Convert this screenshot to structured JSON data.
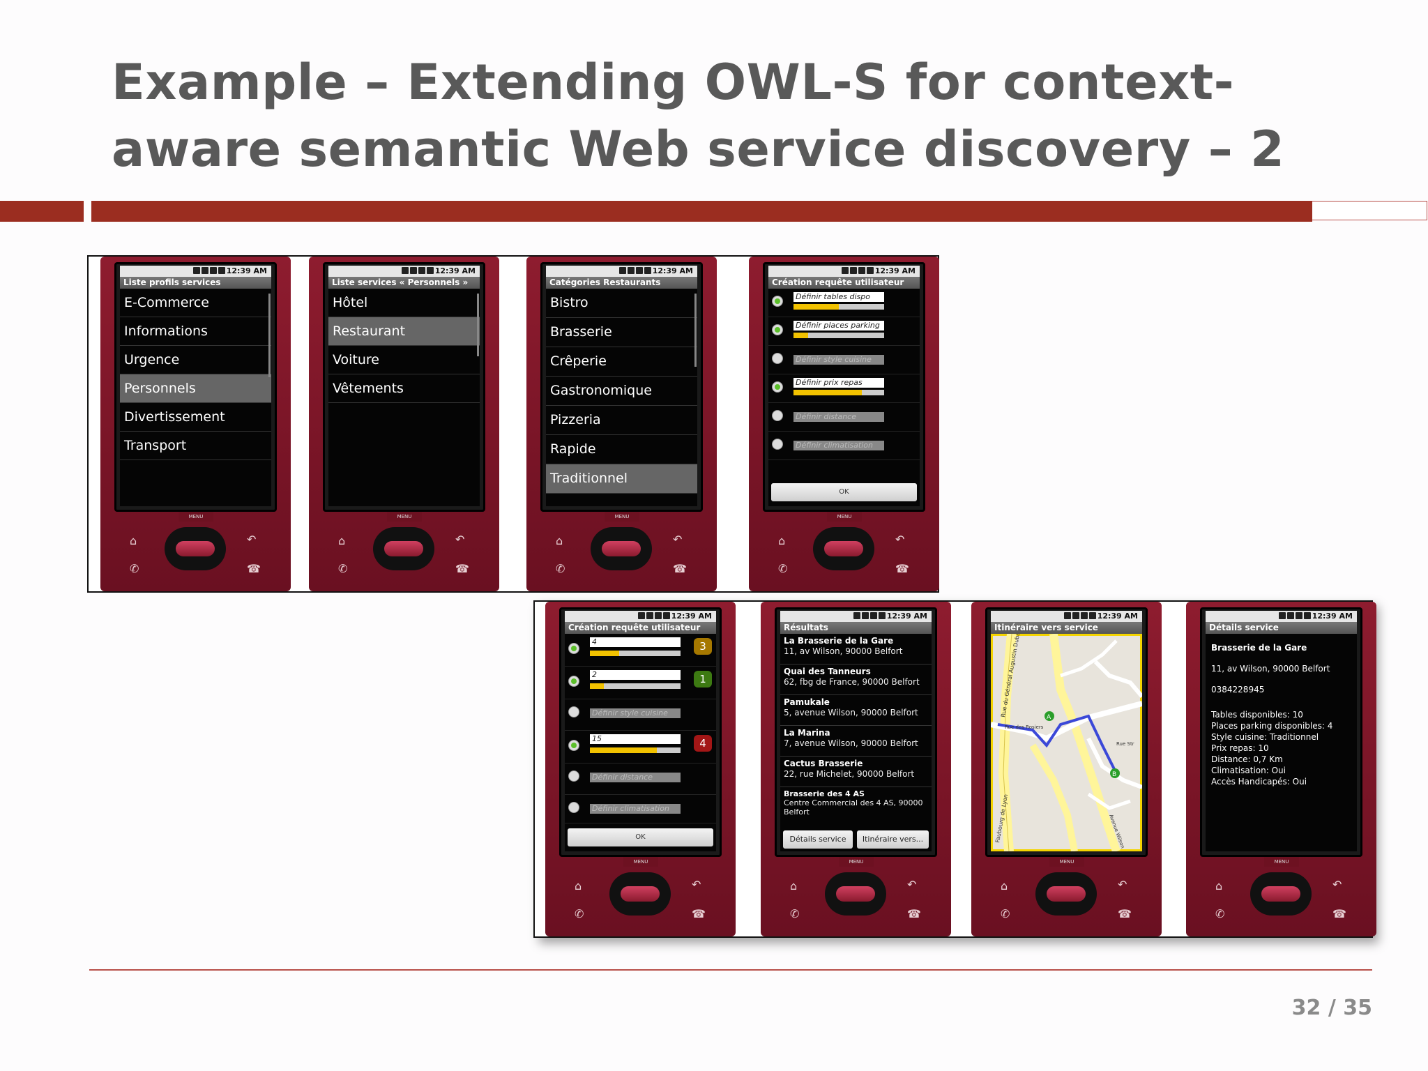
{
  "slide": {
    "title": "Example – Extending OWL-S for context-aware semantic Web service discovery – 2",
    "page": "32 / 35",
    "accent": "#9b2d20"
  },
  "phone": {
    "time": "12:39 AM",
    "menu": "MENU",
    "icons": [
      "home-icon",
      "back-icon",
      "call-icon",
      "end-call-icon"
    ]
  },
  "screen1": {
    "title": "Liste profils services",
    "items": [
      "E-Commerce",
      "Informations",
      "Urgence",
      "Personnels",
      "Divertissement",
      "Transport"
    ],
    "selected": "Personnels"
  },
  "screen2": {
    "title": "Liste services « Personnels »",
    "items": [
      "Hôtel",
      "Restaurant",
      "Voiture",
      "Vêtements"
    ],
    "selected": "Restaurant"
  },
  "screen3": {
    "title": "Catégories Restaurants",
    "items": [
      "Bistro",
      "Brasserie",
      "Crêperie",
      "Gastronomique",
      "Pizzeria",
      "Rapide",
      "Traditionnel"
    ],
    "selected": "Traditionnel"
  },
  "screen4": {
    "title": "Création requête utilisateur",
    "criteria": [
      {
        "label": "Définir tables dispo",
        "enabled": true
      },
      {
        "label": "Définir places parking",
        "enabled": true
      },
      {
        "label": "Définir style cuisine",
        "enabled": false
      },
      {
        "label": "Définir prix repas",
        "enabled": true
      },
      {
        "label": "Définir distance",
        "enabled": false
      },
      {
        "label": "Définir climatisation",
        "enabled": false
      }
    ],
    "ok": "OK"
  },
  "screen5": {
    "title": "Création requête utilisateur",
    "criteria": [
      {
        "value": "4",
        "badge": "3",
        "badge_color": "#a67800"
      },
      {
        "value": "2",
        "badge": "1",
        "badge_color": "#3d7a12"
      },
      {
        "label": "Définir style cuisine"
      },
      {
        "value": "15",
        "badge": "4",
        "badge_color": "#a31616"
      },
      {
        "label": "Définir distance"
      },
      {
        "label": "Définir climatisation"
      }
    ],
    "ok": "OK"
  },
  "screen6": {
    "title": "Résultats",
    "results": [
      {
        "name": "La Brasserie de la Gare",
        "addr": "11, av Wilson, 90000 Belfort"
      },
      {
        "name": "Quai des Tanneurs",
        "addr": "62, fbg de France, 90000 Belfort"
      },
      {
        "name": "Pamukale",
        "addr": "5, avenue Wilson, 90000 Belfort"
      },
      {
        "name": "La Marina",
        "addr": "7, avenue Wilson, 90000 Belfort"
      },
      {
        "name": "Cactus Brasserie",
        "addr": "22, rue Michelet, 90000 Belfort"
      },
      {
        "name": "Brasserie des 4 AS",
        "addr": "Centre Commercial des 4 AS, 90000 Belfort"
      }
    ],
    "btn_details": "Détails service",
    "btn_route": "Itinéraire vers..."
  },
  "screen7": {
    "title": "Itinéraire vers service",
    "labels": [
      "Rue du Général Augustin Dubail",
      "Faubourg de Lyon",
      "Rue des Rosiers",
      "Avenue Wilson",
      "Rue Str"
    ]
  },
  "screen8": {
    "title": "Détails service",
    "name": "Brasserie de la Gare",
    "addr": "11, av Wilson, 90000 Belfort",
    "phone": "0384228945",
    "details": [
      "Tables disponibles: 10",
      "Places parking disponibles: 4",
      "Style cuisine: Traditionnel",
      "Prix repas: 10",
      "Distance: 0,7 Km",
      "Climatisation: Oui",
      "Accès Handicapés: Oui"
    ]
  }
}
